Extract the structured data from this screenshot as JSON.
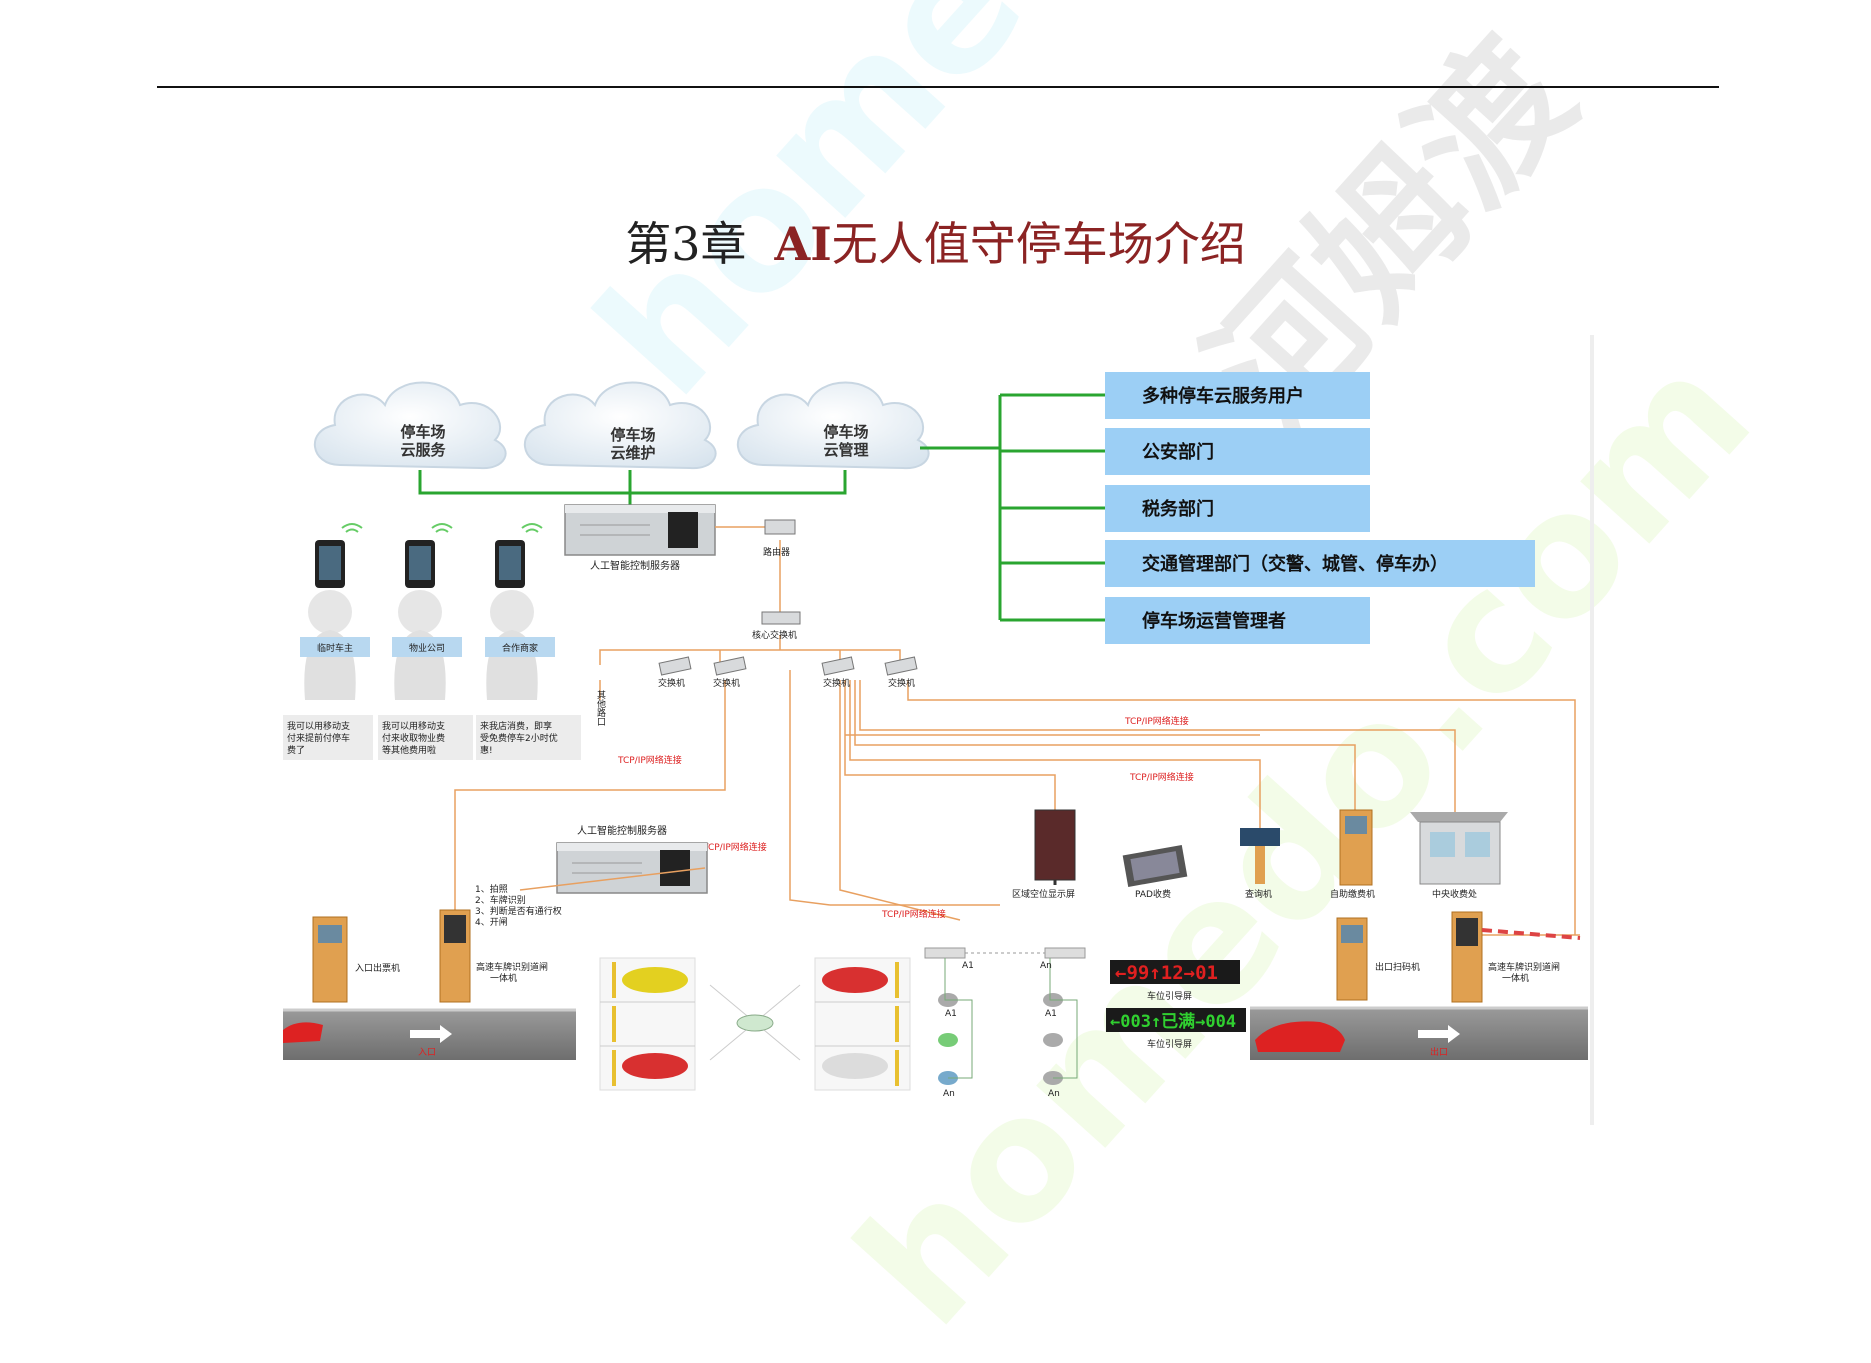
{
  "page": {
    "title_chapter": "第3章",
    "title_ai": "AI",
    "title_rest": "无人值守停车场介绍",
    "watermarks": [
      "homedo.com",
      "homedo.com",
      "河姆渡"
    ]
  },
  "diagram": {
    "clouds": [
      {
        "line1": "停车场",
        "line2": "云服务"
      },
      {
        "line1": "停车场",
        "line2": "云维护"
      },
      {
        "line1": "停车场",
        "line2": "云管理"
      }
    ],
    "right_boxes": [
      "多种停车云服务用户",
      "公安部门",
      "税务部门",
      "交通管理部门（交警、城管、停车办）",
      "停车场运营管理者"
    ],
    "users": [
      {
        "label": "临时车主",
        "note1": "我可以用移动支",
        "note2": "付来提前付停车",
        "note3": "费了"
      },
      {
        "label": "物业公司",
        "note1": "我可以用移动支",
        "note2": "付来收取物业费",
        "note3": "等其他费用啦"
      },
      {
        "label": "合作商家",
        "note1": "来我店消费，即享",
        "note2": "受免费停车2小时优",
        "note3": "惠!"
      }
    ],
    "server_top_label": "人工智能控制服务器",
    "router_label": "路由器",
    "core_switch_label": "核心交换机",
    "switch_label": "交换机",
    "other_ports_label": "其他路口",
    "tcp_label": "TCP/IP网络连接",
    "server_mid_label": "人工智能控制服务器",
    "steps": [
      "1、拍照",
      "2、车牌识别",
      "3、判断是否有通行权",
      "4、开闸"
    ],
    "entry_ticket_label": "入口出票机",
    "plate_gate_label1": "高速车牌识别道闸",
    "plate_gate_label2": "一体机",
    "entry_label": "入口",
    "exit_label": "出口",
    "exit_scan_label": "出口扫码机",
    "area_display_label": "区域空位显示屏",
    "pad_label": "PAD收费",
    "query_label": "查询机",
    "self_pay_label": "自助缴费机",
    "central_label": "中央收费处",
    "guide1_label": "车位引导屏",
    "guide2_label": "车位引导屏",
    "led1": "←99↑12→01",
    "led2": "←003↑已满→004",
    "sensor_labels": [
      "A1",
      "A1",
      "A1",
      "An",
      "An",
      "An"
    ],
    "colors": {
      "green_line": "#2aa530",
      "orange_line": "#e8a060",
      "box_fill": "#9ccff5",
      "title_red": "#8b2323",
      "led_red": "#e02020",
      "led_green": "#30d030",
      "led_yellow": "#e8d020"
    }
  }
}
